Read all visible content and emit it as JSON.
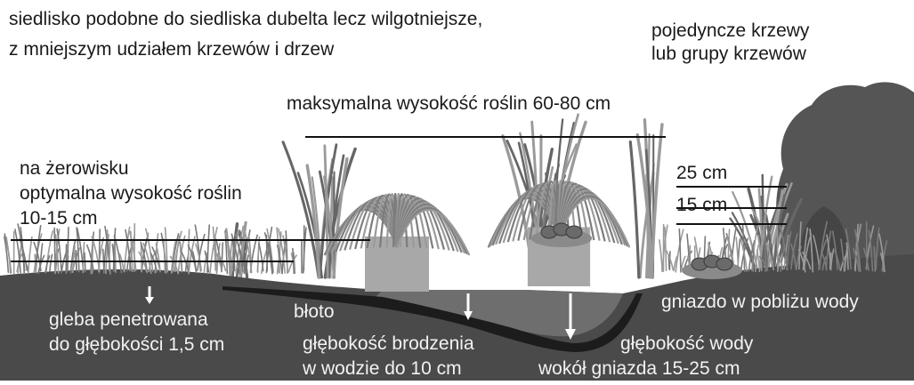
{
  "labels": {
    "habitat": {
      "line1": "siedlisko podobne do siedliska dubelta lecz wilgotniejsze,",
      "line2": "z mniejszym udziałem krzewów i drzew"
    },
    "shrubs": {
      "line1": "pojedyncze krzewy",
      "line2": "lub grupy krzewów"
    },
    "max_height": "maksymalna wysokość roślin 60-80 cm",
    "feeding_ground": {
      "line1": "na żerowisku",
      "line2": "optymalna wysokość roślin",
      "line3": "10-15 cm"
    },
    "height_25": "25 cm",
    "height_15": "15 cm",
    "soil": {
      "line1": "gleba penetrowana",
      "line2": "do głębokości 1,5 cm"
    },
    "mud": "błoto",
    "wading": {
      "line1": "głębokość brodzenia",
      "line2": "w wodzie do 10 cm"
    },
    "water_depth": {
      "line1": "głębokość wody",
      "line2": "wokół gniazda 15-25 cm"
    },
    "nest_near_water": "gniazdo w pobliżu wody"
  },
  "colors": {
    "ground": "#4a4a4a",
    "mud": "#1c1c1c",
    "water": "#6e6e6e",
    "grass_light": "#9a9a9a",
    "grass_dark": "#666666",
    "tree": "#555555",
    "egg": "#6a6a6a",
    "line": "#111111"
  }
}
